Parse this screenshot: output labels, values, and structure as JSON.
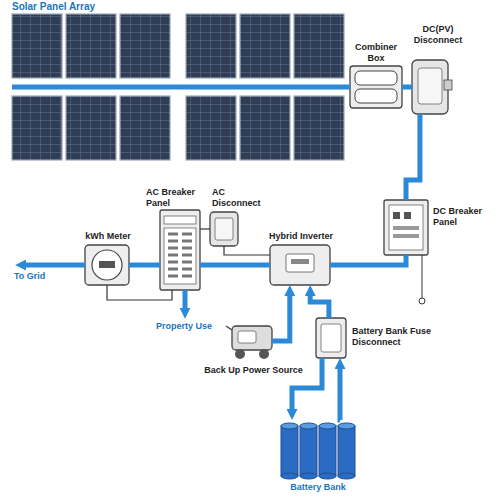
{
  "diagram": {
    "nodes": [
      {
        "text": [
          "Solar Panel Array"
        ]
      },
      {
        "text": [
          "Combiner Box"
        ]
      },
      {
        "text": [
          "DC(PV) Disconnect"
        ]
      },
      {
        "text": [
          "kWh Meter"
        ]
      },
      {
        "text": [
          "AC Breaker Panel"
        ]
      },
      {
        "text": [
          "AC Disconnect"
        ]
      },
      {
        "text": [
          "Hybrid Inverter"
        ]
      },
      {
        "text": [
          "DC Breaker Panel"
        ]
      },
      {
        "text": [
          "Back Up Power Source"
        ]
      },
      {
        "text": [
          "Battery Bank Fuse Disconnect"
        ]
      },
      {
        "text": [
          "Battery Bank"
        ]
      }
    ],
    "edges": [
      {
        "from": 0,
        "to": 1,
        "arrow": "none"
      },
      {
        "from": 1,
        "to": 2,
        "arrow": "none"
      },
      {
        "from": 2,
        "to": 7,
        "arrow": "none"
      },
      {
        "from": 7,
        "to": 6,
        "arrow": "none"
      },
      {
        "from": 6,
        "to": 4,
        "arrow": "none"
      },
      {
        "from": 4,
        "to": 3,
        "arrow": "none"
      },
      {
        "from": 8,
        "to": 6,
        "arrow": "to"
      },
      {
        "from": 9,
        "to": 6,
        "arrow": "to"
      },
      {
        "from": 9,
        "to": 10,
        "arrow": "to"
      },
      {
        "from": 10,
        "to": 9,
        "arrow": "to"
      },
      {
        "from": 4,
        "to": 5,
        "arrow": "none"
      },
      {
        "from": 5,
        "to": 6,
        "arrow": "none"
      },
      {
        "from": 3,
        "to": 4,
        "arrow": "none"
      }
    ],
    "labels": [
      "To Grid",
      "Property Use"
    ]
  }
}
